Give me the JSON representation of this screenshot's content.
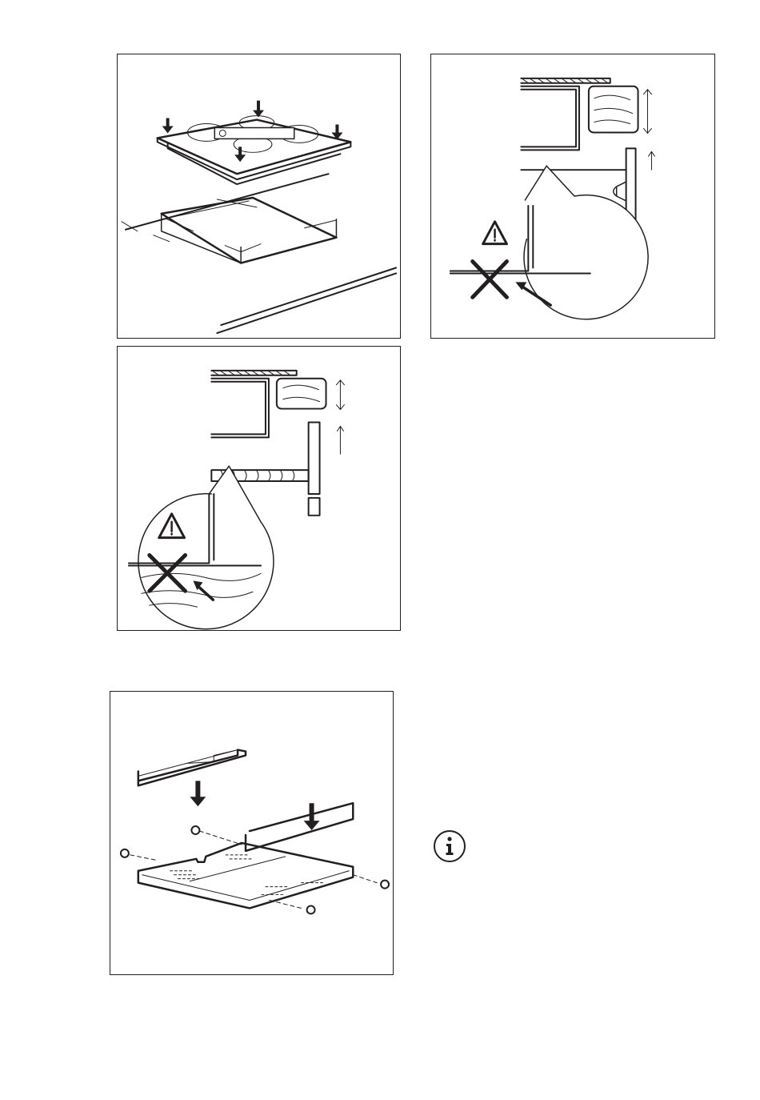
{
  "figures": [
    {
      "id": "hob-installation",
      "icon": "hob-into-cutout-illustration"
    },
    {
      "id": "oven-below-warning",
      "icon": "warning-no-contact-illustration"
    },
    {
      "id": "drawer-below-warning",
      "icon": "warning-no-contact-illustration"
    },
    {
      "id": "protection-box-assembly",
      "icon": "bracket-assembly-illustration"
    }
  ],
  "info_icon": "info-icon",
  "colors": {
    "ink": "#231f20",
    "background": "#ffffff"
  }
}
